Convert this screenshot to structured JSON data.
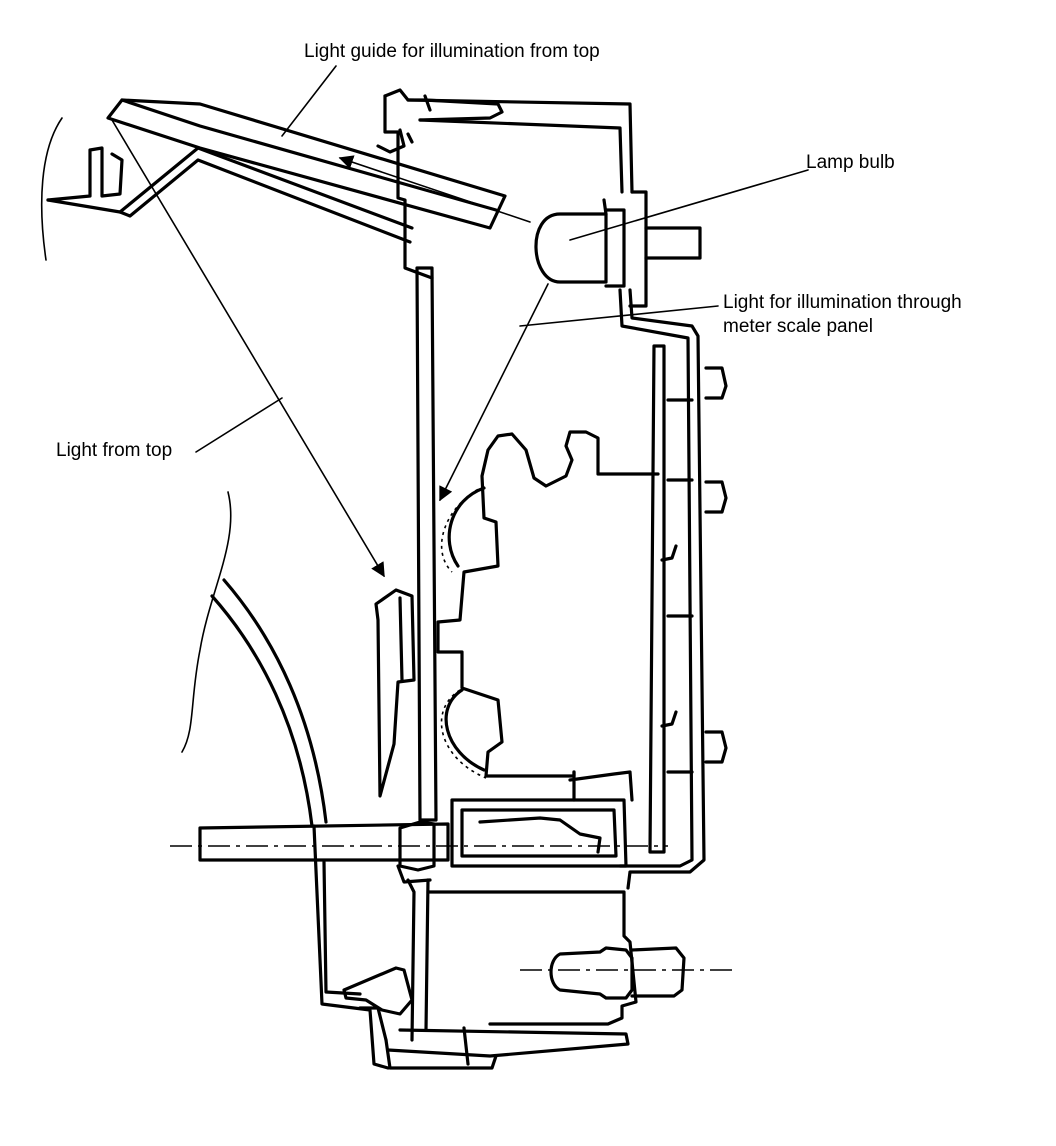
{
  "labels": {
    "light_guide": "Light guide for illumination from top",
    "lamp_bulb": "Lamp bulb",
    "light_through_line1": "Light for illumination through",
    "light_through_line2": "meter scale panel",
    "light_from_top": "Light from top"
  }
}
